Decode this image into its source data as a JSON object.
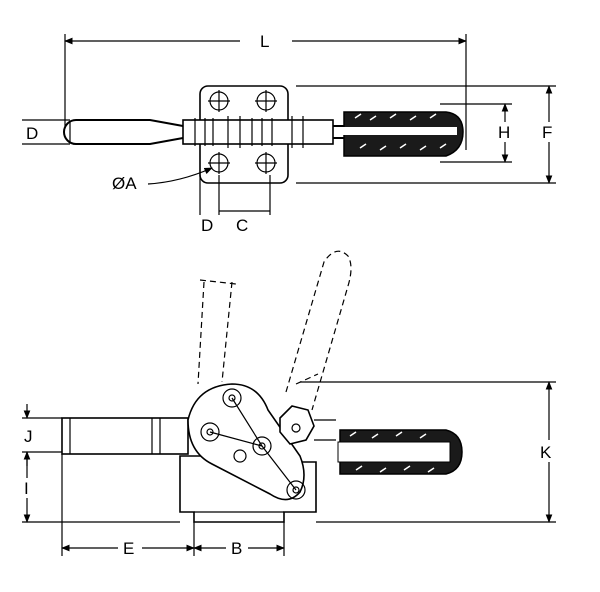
{
  "dimensions": {
    "L": "L",
    "D_top": "D",
    "H": "H",
    "F": "F",
    "A": "ØA",
    "D_bottom": "D",
    "C": "C",
    "J": "J",
    "I": "I",
    "K": "K",
    "E": "E",
    "B": "B"
  }
}
